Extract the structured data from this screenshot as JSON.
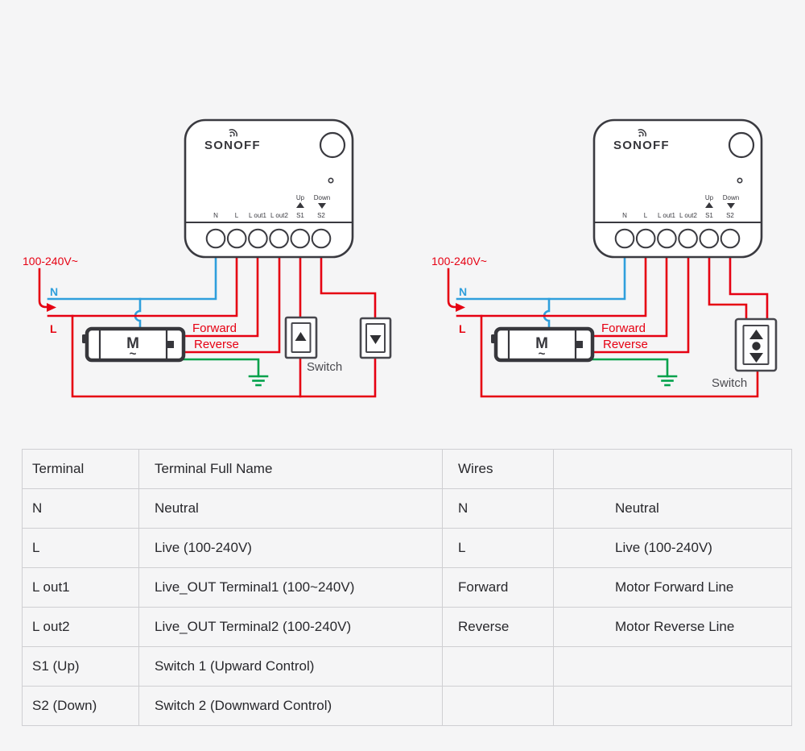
{
  "colors": {
    "background": "#f5f5f6",
    "live_wire_red": "#e60012",
    "neutral_wire_blue": "#2f9fdc",
    "ground_wire_green": "#00a14b",
    "outline_dark": "#37373c",
    "label_gray": "#4a4a4f",
    "table_border": "#cfcfd2",
    "table_text": "#28282c"
  },
  "device": {
    "brand": "SONOFF",
    "up_label": "Up",
    "down_label": "Down",
    "terminals": [
      "N",
      "L",
      "L out1",
      "L out2",
      "S1",
      "S2"
    ]
  },
  "diagrams": {
    "voltage_label": "100-240V~",
    "neutral_label": "N",
    "live_label": "L",
    "forward_label": "Forward",
    "reverse_label": "Reverse",
    "switch_label": "Switch",
    "motor_label": "M",
    "motor_sub": "~"
  },
  "table": {
    "headers": {
      "terminal": "Terminal",
      "full_name": "Terminal Full Name",
      "wire": "Wires",
      "wire_desc": ""
    },
    "rows": [
      {
        "terminal": "N",
        "full_name": "Neutral",
        "wire": "N",
        "wire_desc": "Neutral"
      },
      {
        "terminal": "L",
        "full_name": "Live (100-240V)",
        "wire": "L",
        "wire_desc": "Live (100-240V)"
      },
      {
        "terminal": "L out1",
        "full_name": "Live_OUT Terminal1 (100~240V)",
        "wire": "Forward",
        "wire_desc": "Motor Forward Line"
      },
      {
        "terminal": "L out2",
        "full_name": "Live_OUT Terminal2 (100-240V)",
        "wire": "Reverse",
        "wire_desc": "Motor Reverse Line"
      },
      {
        "terminal": "S1 (Up)",
        "full_name": "Switch 1 (Upward Control)",
        "wire": "",
        "wire_desc": ""
      },
      {
        "terminal": "S2 (Down)",
        "full_name": "Switch 2 (Downward Control)",
        "wire": "",
        "wire_desc": ""
      }
    ]
  }
}
